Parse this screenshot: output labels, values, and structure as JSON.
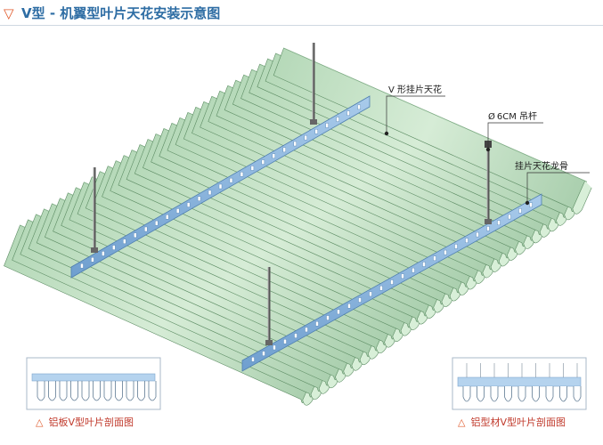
{
  "header": {
    "marker": "▽",
    "title": "V型 - 机翼型叶片天花安装示意图"
  },
  "callouts": {
    "v_baffle": "V 形挂片天花",
    "rod": "6CM 吊杆",
    "rod_symbol": "Ø",
    "keel": "挂片天花龙骨"
  },
  "insets": [
    {
      "marker": "△",
      "caption": "铝板V型叶片剖面图"
    },
    {
      "marker": "△",
      "caption": "铝型材V型叶片剖面图"
    }
  ],
  "colors": {
    "baffle_fill": "#c9e5c9",
    "baffle_edge": "#5c8c63",
    "keel": "#8fb8e0",
    "header_title": "#2e6da4",
    "caption": "#c0392b"
  }
}
